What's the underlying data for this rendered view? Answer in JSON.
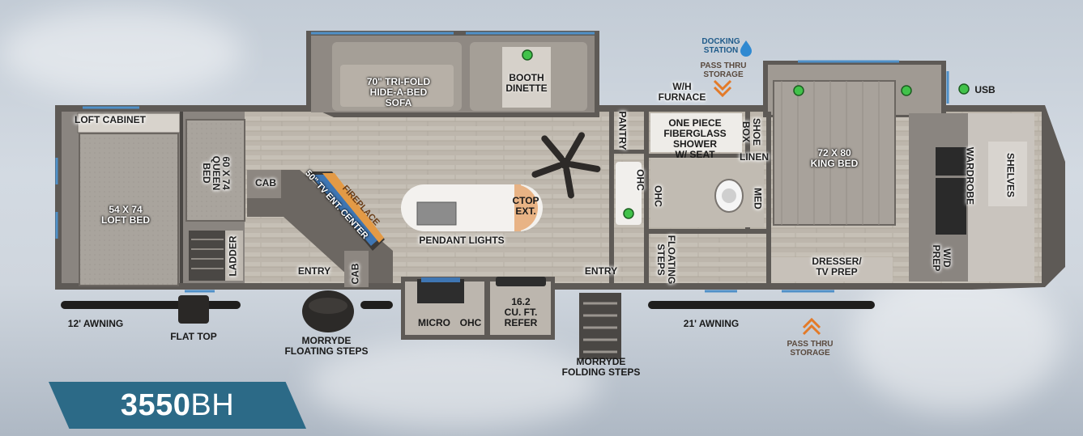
{
  "model": {
    "number": "3550",
    "suffix": "BH"
  },
  "labels": {
    "loft_cabinet": "LOFT CABINET",
    "loft_bed": "54 X 74\nLOFT BED",
    "queen_bed": "60 X 74\nQUEEN\nBED",
    "ladder": "LADDER",
    "cab_upper": "CAB",
    "cab_lower": "CAB",
    "tv_center": "50\" TV ENT. CENTER",
    "fireplace": "FIREPLACE",
    "entry_front": "ENTRY",
    "entry_main": "ENTRY",
    "sofa": "70\" TRI-FOLD\nHIDE-A-BED\nSOFA",
    "booth_dinette": "BOOTH\nDINETTE",
    "ctop_ext": "CTOP\nEXT.",
    "pendant_lights": "PENDANT LIGHTS",
    "micro": "MICRO",
    "ohc_kitchen": "OHC",
    "refer": "16.2\nCU. FT.\nREFER",
    "pantry": "PANTRY",
    "ohc_hall": "OHC",
    "ohc_bath": "OHC",
    "floating_steps": "FLOATING\nSTEPS",
    "wh_furnace": "W/H\nFURNACE",
    "shower": "ONE PIECE\nFIBERGLASS\nSHOWER\nW/ SEAT",
    "shoe_box": "SHOE\nBOX",
    "linen": "LINEN",
    "med": "MED",
    "king_bed": "72 X 80\nKING BED",
    "dresser": "DRESSER/\nTV PREP",
    "wd_prep": "W/D\nPREP",
    "wardrobe": "WARDROBE",
    "shelves": "SHELVES",
    "docking_station": "DOCKING\nSTATION",
    "pass_thru_top": "PASS THRU\nSTORAGE",
    "pass_thru_bottom": "PASS THRU\nSTORAGE",
    "usb": "USB",
    "awning_12": "12' AWNING",
    "flat_top": "FLAT TOP",
    "morryde_floating": "MORRYDE\nFLOATING STEPS",
    "morryde_folding": "MORRYDE\nFOLDING STEPS",
    "awning_21": "21' AWNING"
  },
  "colors": {
    "wall": "#5e5a56",
    "floor": "#b9b2a8",
    "carpet": "#a8a29b",
    "slide_blue": "#4f90c8",
    "model_badge": "#2c6a87",
    "usb_dot": "#41c24a",
    "accent_orange": "#e39a46"
  },
  "icons": [
    "docking-water-drop-icon",
    "pass-thru-arrow-icon",
    "ceiling-fan-icon",
    "usb-port-icon"
  ]
}
